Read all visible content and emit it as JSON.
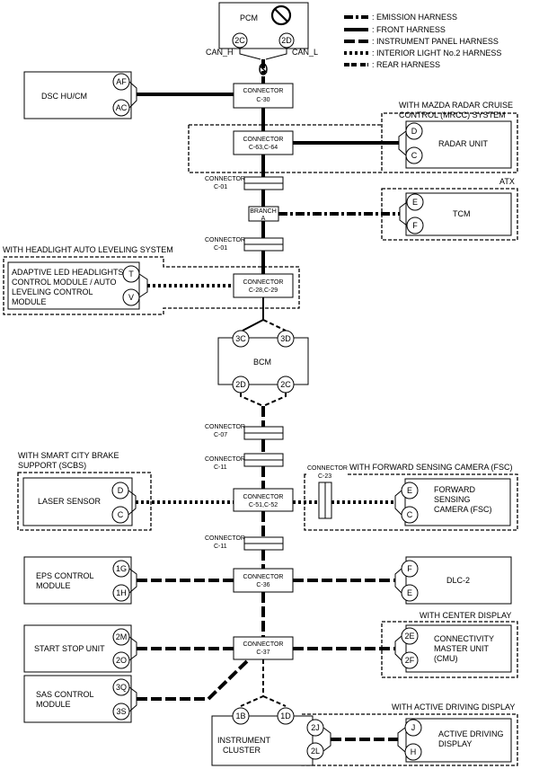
{
  "legend": [
    {
      "key": "emission",
      "label": ": EMISSION HARNESS"
    },
    {
      "key": "front",
      "label": ": FRONT HARNESS"
    },
    {
      "key": "instrument",
      "label": ": INSTRUMENT PANEL HARNESS"
    },
    {
      "key": "interior",
      "label": ": INTERIOR LIGHT No.2 HARNESS"
    },
    {
      "key": "rear",
      "label": ": REAR HARNESS"
    }
  ],
  "icons": {
    "pcm_status": "prohibited-icon"
  },
  "modules": {
    "pcm": {
      "name": "PCM",
      "pins": [
        "2C",
        "2D"
      ]
    },
    "can_h": "CAN_H",
    "can_l": "CAN_L",
    "dsc": {
      "name": "DSC HU/CM",
      "pins": [
        "AF",
        "AC"
      ]
    },
    "radar": {
      "name": "RADAR UNIT",
      "pins": [
        "D",
        "C"
      ],
      "option": [
        "WITH MAZDA RADAR CRUISE",
        "CONTROL (MRCC) SYSTEM"
      ]
    },
    "tcm": {
      "name": "TCM",
      "pins": [
        "E",
        "F"
      ],
      "option": "ATX"
    },
    "headlight": {
      "name": [
        "ADAPTIVE LED HEADLIGHTS",
        "CONTROL MODULE / AUTO",
        "LEVELING CONTROL",
        "MODULE"
      ],
      "pins": [
        "T",
        "V"
      ],
      "option": "WITH HEADLIGHT AUTO LEVELING SYSTEM"
    },
    "bcm": {
      "name": "BCM",
      "pins_top": [
        "3C",
        "3D"
      ],
      "pins_bottom": [
        "2D",
        "2C"
      ]
    },
    "laser": {
      "name": "LASER SENSOR",
      "pins": [
        "D",
        "C"
      ],
      "option": [
        "WITH SMART CITY BRAKE",
        "SUPPORT (SCBS)"
      ]
    },
    "fsc": {
      "name": [
        "FORWARD",
        "SENSING",
        "CAMERA (FSC)"
      ],
      "pins": [
        "E",
        "C"
      ],
      "option": "WITH FORWARD SENSING CAMERA (FSC)"
    },
    "eps": {
      "name": [
        "EPS CONTROL",
        "MODULE"
      ],
      "pins": [
        "1G",
        "1H"
      ]
    },
    "dlc": {
      "name": "DLC-2",
      "pins": [
        "F",
        "E"
      ]
    },
    "startstop": {
      "name": "START STOP UNIT",
      "pins": [
        "2M",
        "2O"
      ]
    },
    "cmu": {
      "name": [
        "CONNECTIVITY",
        "MASTER UNIT",
        "(CMU)"
      ],
      "pins": [
        "2E",
        "2F"
      ],
      "option": "WITH CENTER DISPLAY"
    },
    "sas": {
      "name": [
        "SAS CONTROL",
        "MODULE"
      ],
      "pins": [
        "3Q",
        "3S"
      ]
    },
    "cluster": {
      "name": [
        "INSTRUMENT",
        "CLUSTER"
      ],
      "pins": [
        "1B",
        "1D"
      ],
      "sub_pins": [
        "2J",
        "2L"
      ]
    },
    "add": {
      "name": [
        "ACTIVE DRIVING",
        "DISPLAY"
      ],
      "pins": [
        "J",
        "H"
      ],
      "option": "WITH ACTIVE DRIVING DISPLAY"
    }
  },
  "connectors": {
    "c30": [
      "CONNECTOR",
      "C-30"
    ],
    "c63": [
      "CONNECTOR",
      "C-63,C-64"
    ],
    "c01a": [
      "CONNECTOR",
      "C-01"
    ],
    "branch": [
      "BRANCH",
      "A"
    ],
    "c01b": [
      "CONNECTOR",
      "C-01"
    ],
    "c28": [
      "CONNECTOR",
      "C-28,C-29"
    ],
    "c07": [
      "CONNECTOR",
      "C-07"
    ],
    "c11a": [
      "CONNECTOR",
      "C-11"
    ],
    "c51": [
      "CONNECTOR",
      "C-51,C-52"
    ],
    "c23": [
      "CONNECTOR",
      "C-23"
    ],
    "c11b": [
      "CONNECTOR",
      "C-11"
    ],
    "c36": [
      "CONNECTOR",
      "C-36"
    ],
    "c37": [
      "CONNECTOR",
      "C-37"
    ]
  }
}
